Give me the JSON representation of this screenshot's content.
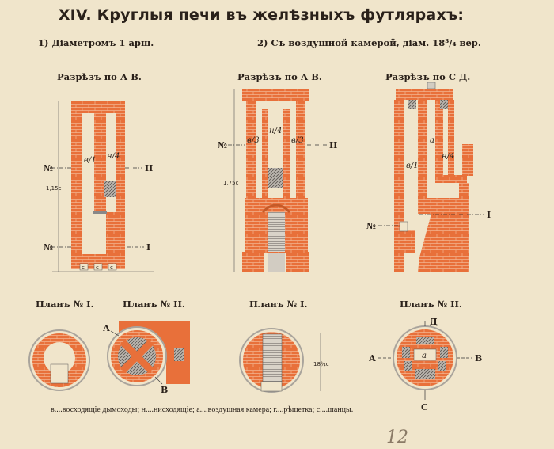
{
  "title": "XIV. Круглыя печи въ желѣзныхъ футлярахъ:",
  "subtitles": [
    "1) Діаметромъ 1 арш.",
    "2) Съ воздушной камерой, діам. 18³/₄ вер."
  ],
  "sections": [
    "Разрѣзъ по А В.",
    "Разрѣзъ по А В.",
    "Разрѣзъ по С Д."
  ],
  "plans": [
    "Планъ № I.",
    "Планъ № II.",
    "Планъ № I.",
    "Планъ № II."
  ],
  "drawing_labels": {
    "no": "№",
    "one": "I",
    "two": "II",
    "height1": "1,15с",
    "height2": "1,75с",
    "v1": "в/1",
    "n4": "н/4",
    "v3": "в/3",
    "a": "а",
    "c": "с",
    "A": "А",
    "B": "В",
    "C": "С",
    "D": "Д",
    "diam": "18¾с"
  },
  "legend": "в....восходящіе дымоходы; н....нисходящіе; а....воздушная камера; г....рѣшетка; с....шанцы.",
  "page_number": "12",
  "colors": {
    "brick": "#e8703a",
    "paper": "#f0e5cb",
    "ink": "#2a211a",
    "grate": "#8c8680"
  }
}
